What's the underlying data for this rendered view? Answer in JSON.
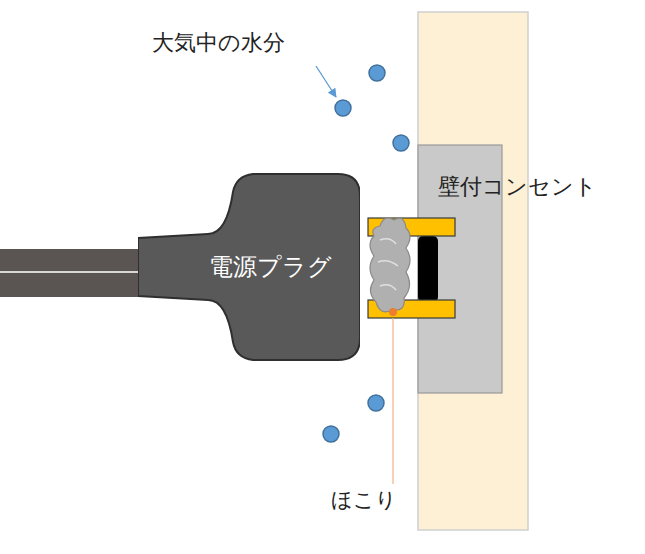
{
  "diagram": {
    "nodes": [
      {
        "text": [
          "電源プラグ"
        ]
      }
    ],
    "labels": [
      "大気中の水分",
      "壁付コンセント",
      "ほこり"
    ]
  }
}
